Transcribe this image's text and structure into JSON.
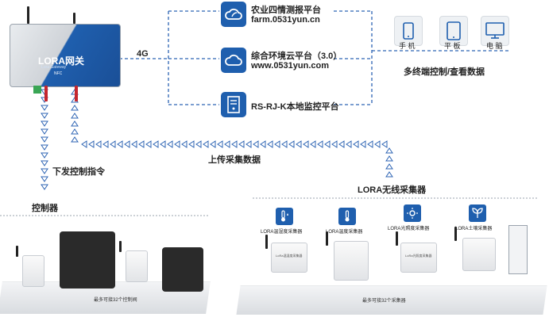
{
  "gateway": {
    "brand": "LORA网关",
    "subtitle": "Lora Gateway",
    "badge": "NFC"
  },
  "link_4g": "4G",
  "platforms": [
    {
      "name": "农业四情测报平台",
      "url": "farm.0531yun.cn",
      "icon": "leaf-cloud-icon"
    },
    {
      "name": "综合环境云平台（3.0）",
      "url": "www.0531yun.com",
      "icon": "cloud-icon"
    },
    {
      "name": "RS-RJ-K本地监控平台",
      "url": "",
      "icon": "server-icon"
    }
  ],
  "devices": [
    {
      "label": "手 机",
      "icon": "phone-icon"
    },
    {
      "label": "平 板",
      "icon": "tablet-icon"
    },
    {
      "label": "电 脑",
      "icon": "monitor-icon"
    }
  ],
  "multi_terminal_label": "多终端控制/查看数据",
  "upload_label": "上传采集数据",
  "downlink_label": "下发控制指令",
  "controller_label": "控制器",
  "lora_collector_label": "LORA无线采集器",
  "sensors": [
    {
      "label": "LORA温湿度采集器",
      "icon": "thermometer-drop-icon",
      "device_text": "LoRa温湿度采集器"
    },
    {
      "label": "LORA温度采集器",
      "icon": "thermometer-icon",
      "device_text": ""
    },
    {
      "label": "LORA光照度采集器",
      "icon": "sun-icon",
      "device_text": "LoRa光照度采集器"
    },
    {
      "label": "LORA土壤采集器",
      "icon": "sprout-icon",
      "device_text": ""
    }
  ],
  "max_valves_note": "最多可接32个控制阀",
  "max_collectors_note": "最多可接32个采集器",
  "colors": {
    "accent_blue": "#1f5fae",
    "dash_blue": "#2c63b3",
    "text": "#222222"
  }
}
